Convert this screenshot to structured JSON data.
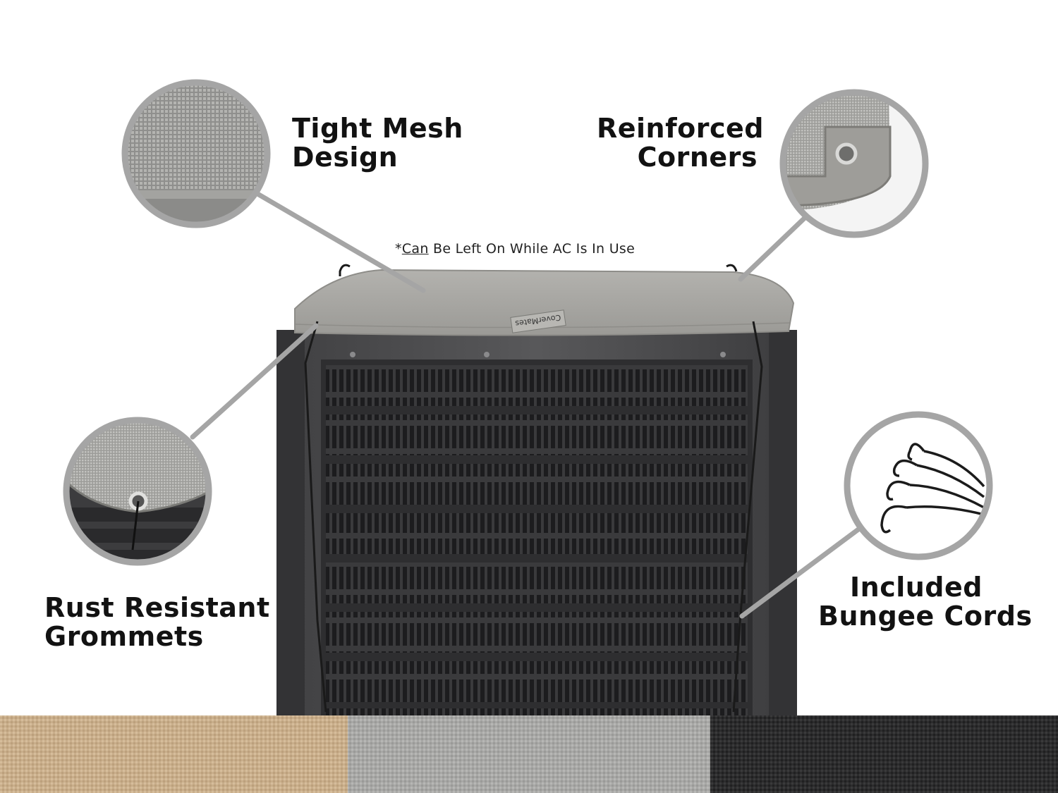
{
  "callouts": {
    "mesh": [
      "Tight Mesh",
      "Design"
    ],
    "corners": [
      "Reinforced",
      "Corners"
    ],
    "grommets": [
      "Rust Resistant",
      "Grommets"
    ],
    "bungee": [
      "Included",
      "Bungee Cords"
    ]
  },
  "note": {
    "prefix": "*",
    "underlined": "Can",
    "rest": " Be Left On While AC Is In Use"
  },
  "brand_tag": "CoverMates",
  "swatches": [
    {
      "name": "tan",
      "color": "#c7ab87"
    },
    {
      "name": "gray",
      "color": "#a9a9a7"
    },
    {
      "name": "black",
      "color": "#2f2f2f"
    }
  ],
  "colors": {
    "unit_body": "#4a4a4c",
    "cover": "#a7a6a2",
    "callout_ring": "#a5a5a5",
    "text": "#121212"
  }
}
